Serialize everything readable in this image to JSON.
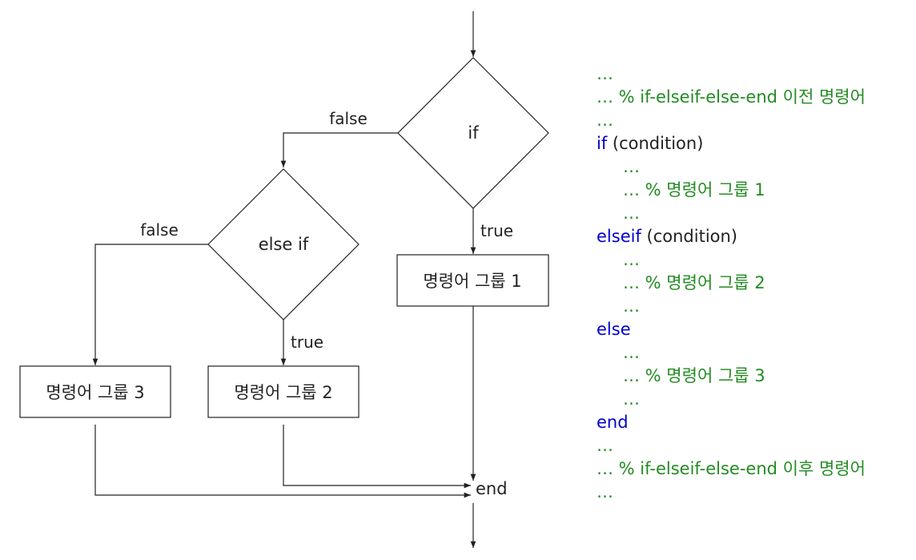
{
  "flowchart": {
    "decision_if": "if",
    "decision_else_if": "else if",
    "box_group1": "명령어 그룹 1",
    "box_group2": "명령어 그룹 2",
    "box_group3": "명령어 그룹 3",
    "end_label": "end",
    "label_false_if": "false",
    "label_true_if": "true",
    "label_false_elseif": "false",
    "label_true_elseif": "true"
  },
  "code": {
    "line1": "…",
    "line2_comment": "… % if-elseif-else-end 이전 명령어",
    "line3": "…",
    "if_keyword": "if",
    "if_condition": " (condition)",
    "ind_dots_1a": "…",
    "ind_comment_1": "… % 명령어 그룹 1",
    "ind_dots_1b": "…",
    "elseif_keyword": "elseif",
    "elseif_condition": " (condition)",
    "ind_dots_2a": "…",
    "ind_comment_2": "… % 명령어 그룹 2",
    "ind_dots_2b": "…",
    "else_keyword": "else",
    "ind_dots_3a": "…",
    "ind_comment_3": "… % 명령어 그룹 3",
    "ind_dots_3b": "…",
    "end_keyword": "end",
    "after_dots_1": "…",
    "after_comment": "… % if-elseif-else-end 이후 명령어",
    "after_dots_2": "…"
  },
  "colors": {
    "keyword": "#0000cc",
    "comment": "#228b22",
    "text": "#222222",
    "line": "#222222"
  }
}
